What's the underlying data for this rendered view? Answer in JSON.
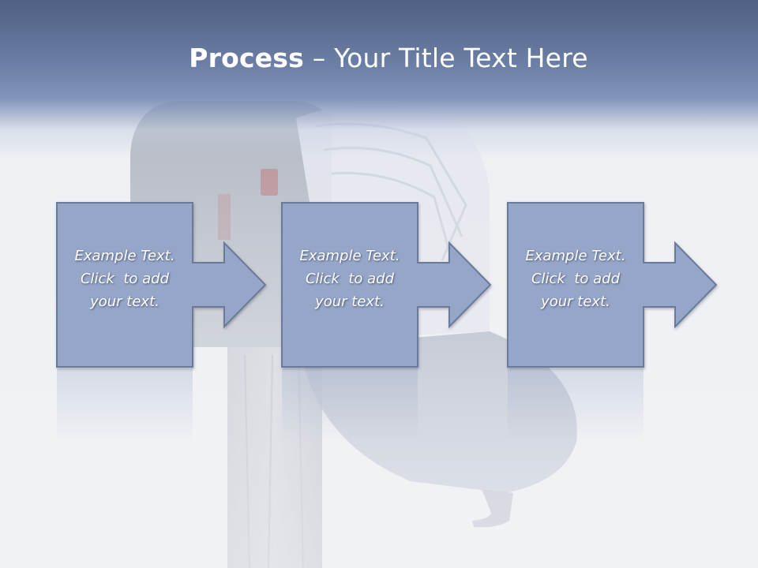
{
  "title": {
    "bold": "Process",
    "separator": " – ",
    "rest": "Your Title Text Here"
  },
  "steps": [
    {
      "line1": "Example Text.",
      "line2": "Click  to add",
      "line3": "your text."
    },
    {
      "line1": "Example Text.",
      "line2": "Click  to add",
      "line3": "your text."
    },
    {
      "line1": "Example Text.",
      "line2": "Click  to add",
      "line3": "your text."
    }
  ],
  "colors": {
    "box_fill": "#96a6c8",
    "box_border": "#6c7a99",
    "header": "#5e7099",
    "background": "#f1f2f5"
  },
  "icons": [
    "arrow-right-icon"
  ]
}
